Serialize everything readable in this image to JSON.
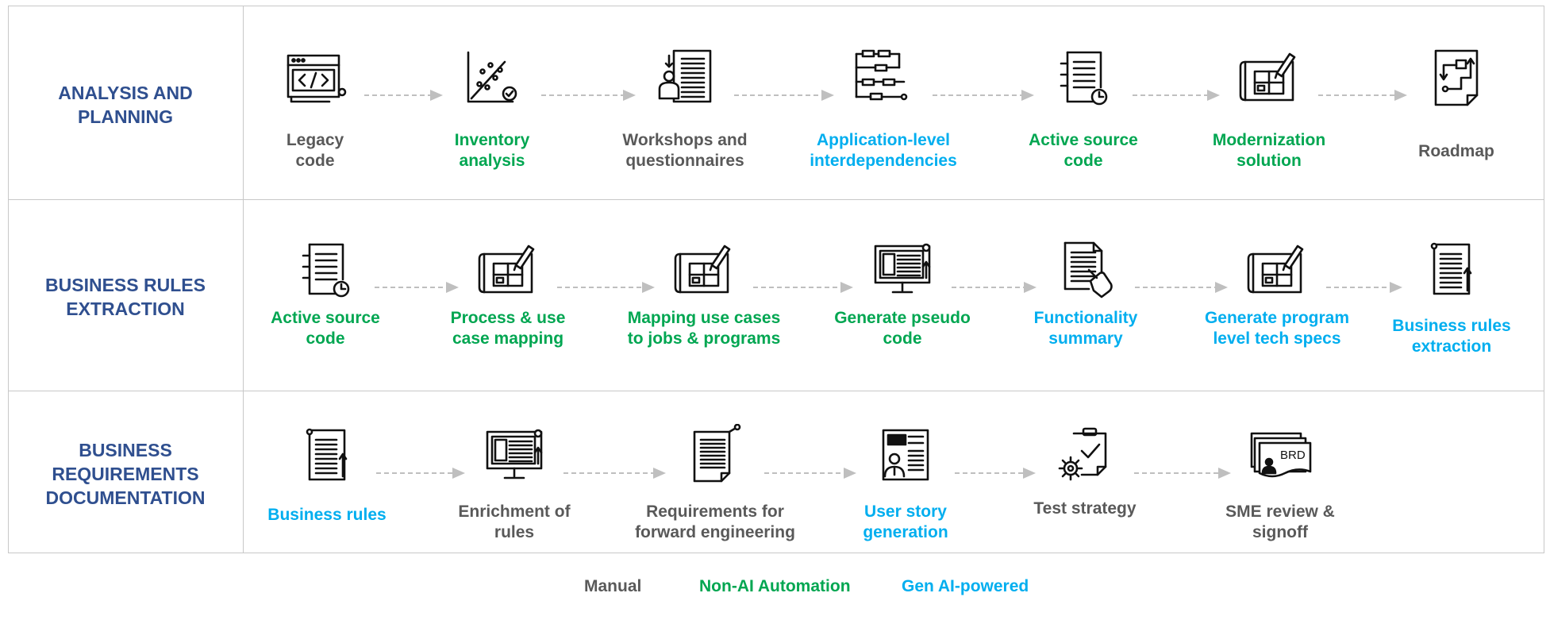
{
  "colors": {
    "manual": "#595959",
    "non_ai": "#00a651",
    "gen_ai": "#00aeef",
    "row_label": "#2f4f8f",
    "arrow": "#bfbfbf",
    "border": "#c8c8c8"
  },
  "rows": [
    {
      "title": "ANALYSIS AND\nPLANNING",
      "steps": [
        {
          "label": "Legacy\ncode",
          "type": "manual",
          "icon": "code-window-icon"
        },
        {
          "label": "Inventory\nanalysis",
          "type": "non_ai",
          "icon": "scatter-check-icon"
        },
        {
          "label": "Workshops and\nquestionnaires",
          "type": "manual",
          "icon": "person-document-icon"
        },
        {
          "label": "Application-level\ninterdependencies",
          "type": "gen_ai",
          "icon": "flow-structure-icon"
        },
        {
          "label": "Active source\ncode",
          "type": "non_ai",
          "icon": "document-clock-icon"
        },
        {
          "label": "Modernization\nsolution",
          "type": "non_ai",
          "icon": "blueprint-pencil-icon"
        },
        {
          "label": "Roadmap",
          "type": "manual",
          "icon": "roadmap-page-icon"
        }
      ]
    },
    {
      "title": "BUSINESS RULES\nEXTRACTION",
      "steps": [
        {
          "label": "Active source\ncode",
          "type": "non_ai",
          "icon": "document-clock-icon"
        },
        {
          "label": "Process & use\ncase mapping",
          "type": "non_ai",
          "icon": "blueprint-pencil-icon"
        },
        {
          "label": "Mapping use cases\nto jobs & programs",
          "type": "non_ai",
          "icon": "blueprint-pencil-icon"
        },
        {
          "label": "Generate pseudo\ncode",
          "type": "non_ai",
          "icon": "monitor-document-icon"
        },
        {
          "label": "Functionality\nsummary",
          "type": "gen_ai",
          "icon": "document-hand-icon"
        },
        {
          "label": "Generate program\nlevel tech specs",
          "type": "gen_ai",
          "icon": "blueprint-pencil-icon"
        },
        {
          "label": "Business rules\nextraction",
          "type": "gen_ai",
          "icon": "document-arrow-icon"
        }
      ]
    },
    {
      "title": "BUSINESS\nREQUIREMENTS\nDOCUMENTATION",
      "steps": [
        {
          "label": "Business rules",
          "type": "gen_ai",
          "icon": "document-arrow-icon"
        },
        {
          "label": "Enrichment of\nrules",
          "type": "manual",
          "icon": "monitor-document-icon"
        },
        {
          "label": "Requirements for\nforward engineering",
          "type": "manual",
          "icon": "document-fold-icon"
        },
        {
          "label": "User story\ngeneration",
          "type": "gen_ai",
          "icon": "user-story-card-icon"
        },
        {
          "label": "Test strategy",
          "type": "manual",
          "icon": "clipboard-gear-icon"
        },
        {
          "label": "SME review &\nsignoff",
          "type": "manual",
          "icon": "brd-stack-icon"
        }
      ]
    }
  ],
  "brd_text": "BRD",
  "legend": [
    {
      "label": "Manual",
      "type": "manual"
    },
    {
      "label": "Non-AI Automation",
      "type": "non_ai"
    },
    {
      "label": "Gen AI-powered",
      "type": "gen_ai"
    }
  ]
}
